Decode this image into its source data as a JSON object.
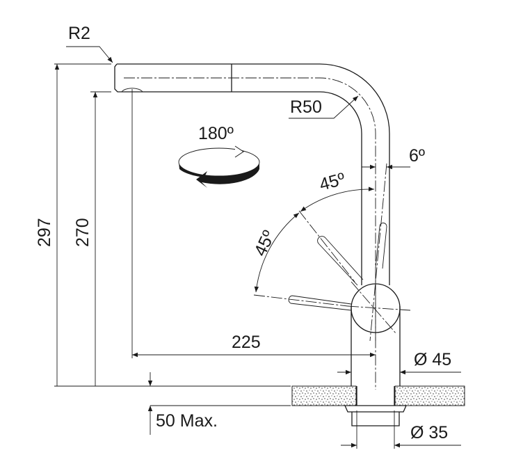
{
  "title": "Faucet dimension drawing",
  "labels": {
    "r2": "R2",
    "r50": "R50",
    "rotation": "180º",
    "angle_top": "45º",
    "angle_left": "45º",
    "angle_tilt": "6º",
    "height_total": "297",
    "height_outlet": "270",
    "reach": "225",
    "diameter_body": "Ø 45",
    "diameter_shank": "Ø 35",
    "deck_thickness": "50 Max."
  }
}
